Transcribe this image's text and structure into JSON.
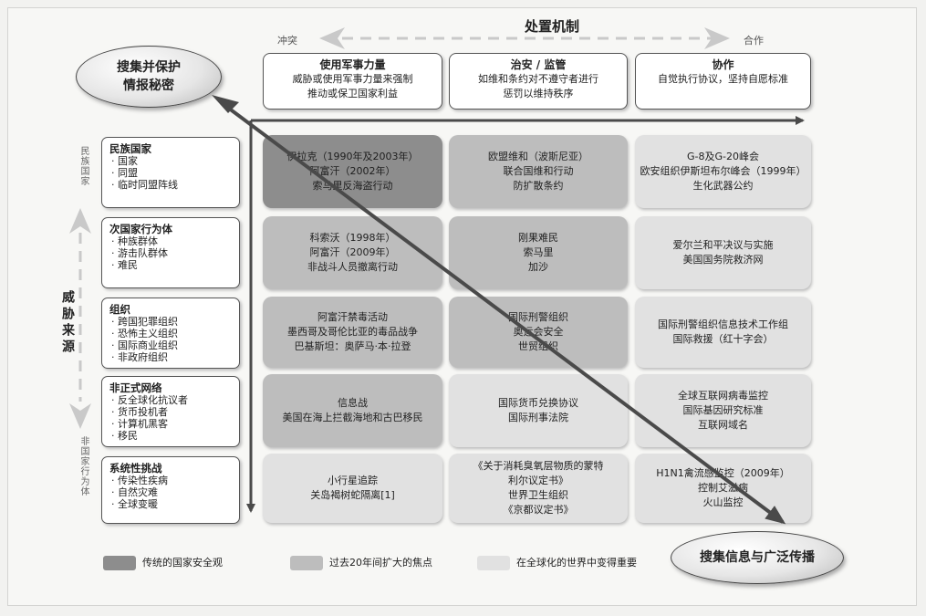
{
  "header": {
    "title": "处置机制",
    "left_label": "冲突",
    "right_label": "合作"
  },
  "ovals": {
    "top_left": [
      "搜集并保护",
      "情报秘密"
    ],
    "bottom_right": "搜集信息与广泛传播"
  },
  "left_axis": {
    "title": "威胁来源",
    "top_label": "民族国家",
    "bottom_label": "非国家行为体"
  },
  "columns": [
    {
      "title": "使用军事力量",
      "lines": [
        "威胁或使用军事力量来强制",
        "推动或保卫国家利益"
      ]
    },
    {
      "title": "治安 / 监管",
      "lines": [
        "如维和条约对不遵守者进行",
        "惩罚以维持秩序"
      ]
    },
    {
      "title": "协作",
      "lines": [
        "自觉执行协议，坚持自愿标准"
      ]
    }
  ],
  "rows": [
    {
      "title": "民族国家",
      "items": [
        "· 国家",
        "· 同盟",
        "· 临时同盟阵线"
      ]
    },
    {
      "title": "次国家行为体",
      "items": [
        "· 种族群体",
        "· 游击队群体",
        "· 难民"
      ]
    },
    {
      "title": "组织",
      "items": [
        "· 跨国犯罪组织",
        "· 恐怖主义组织",
        "· 国际商业组织",
        "· 非政府组织"
      ]
    },
    {
      "title": "非正式网络",
      "items": [
        "· 反全球化抗议者",
        "· 货币投机者",
        "· 计算机黑客",
        "· 移民"
      ]
    },
    {
      "title": "系统性挑战",
      "items": [
        "· 传染性疾病",
        "· 自然灾难",
        "· 全球变暖"
      ]
    }
  ],
  "cells": [
    [
      {
        "shade": 0,
        "lines": [
          "伊拉克（1990年及2003年）",
          "阿富汗（2002年）",
          "索马里反海盗行动"
        ]
      },
      {
        "shade": 1,
        "lines": [
          "欧盟维和（波斯尼亚）",
          "联合国维和行动",
          "防扩散条约"
        ]
      },
      {
        "shade": 2,
        "lines": [
          "G-8及G-20峰会",
          "欧安组织伊斯坦布尔峰会（1999年）",
          "生化武器公约"
        ]
      }
    ],
    [
      {
        "shade": 1,
        "lines": [
          "科索沃（1998年）",
          "阿富汗（2009年）",
          "非战斗人员撤离行动"
        ]
      },
      {
        "shade": 1,
        "lines": [
          "刚果难民",
          "索马里",
          "加沙"
        ]
      },
      {
        "shade": 2,
        "lines": [
          "爱尔兰和平决议与实施",
          "美国国务院救济网"
        ]
      }
    ],
    [
      {
        "shade": 1,
        "lines": [
          "阿富汗禁毒活动",
          "墨西哥及哥伦比亚的毒品战争",
          "巴基斯坦：奥萨马·本·拉登"
        ]
      },
      {
        "shade": 1,
        "lines": [
          "国际刑警组织",
          "奥运会安全",
          "世贸组织"
        ]
      },
      {
        "shade": 2,
        "lines": [
          "国际刑警组织信息技术工作组",
          "国际救援（红十字会）"
        ]
      }
    ],
    [
      {
        "shade": 1,
        "lines": [
          "信息战",
          "美国在海上拦截海地和古巴移民"
        ]
      },
      {
        "shade": 2,
        "lines": [
          "国际货币兑换协议",
          "国际刑事法院"
        ]
      },
      {
        "shade": 2,
        "lines": [
          "全球互联网病毒监控",
          "国际基因研究标准",
          "互联网域名"
        ]
      }
    ],
    [
      {
        "shade": 2,
        "lines": [
          "小行星追踪",
          "关岛褐树蛇隔离[1]"
        ]
      },
      {
        "shade": 2,
        "lines": [
          "《关于消耗臭氧层物质的蒙特",
          "利尔议定书》",
          "世界卫生组织",
          "《京都议定书》"
        ]
      },
      {
        "shade": 2,
        "lines": [
          "H1N1禽流感监控（2009年）",
          "控制艾滋病",
          "火山监控"
        ]
      }
    ]
  ],
  "legend": [
    {
      "label": "传统的国家安全观",
      "color": "#8d8d8d"
    },
    {
      "label": "过去20年间扩大的焦点",
      "color": "#bdbdbd"
    },
    {
      "label": "在全球化的世界中变得重要",
      "color": "#e1e1e1"
    }
  ]
}
